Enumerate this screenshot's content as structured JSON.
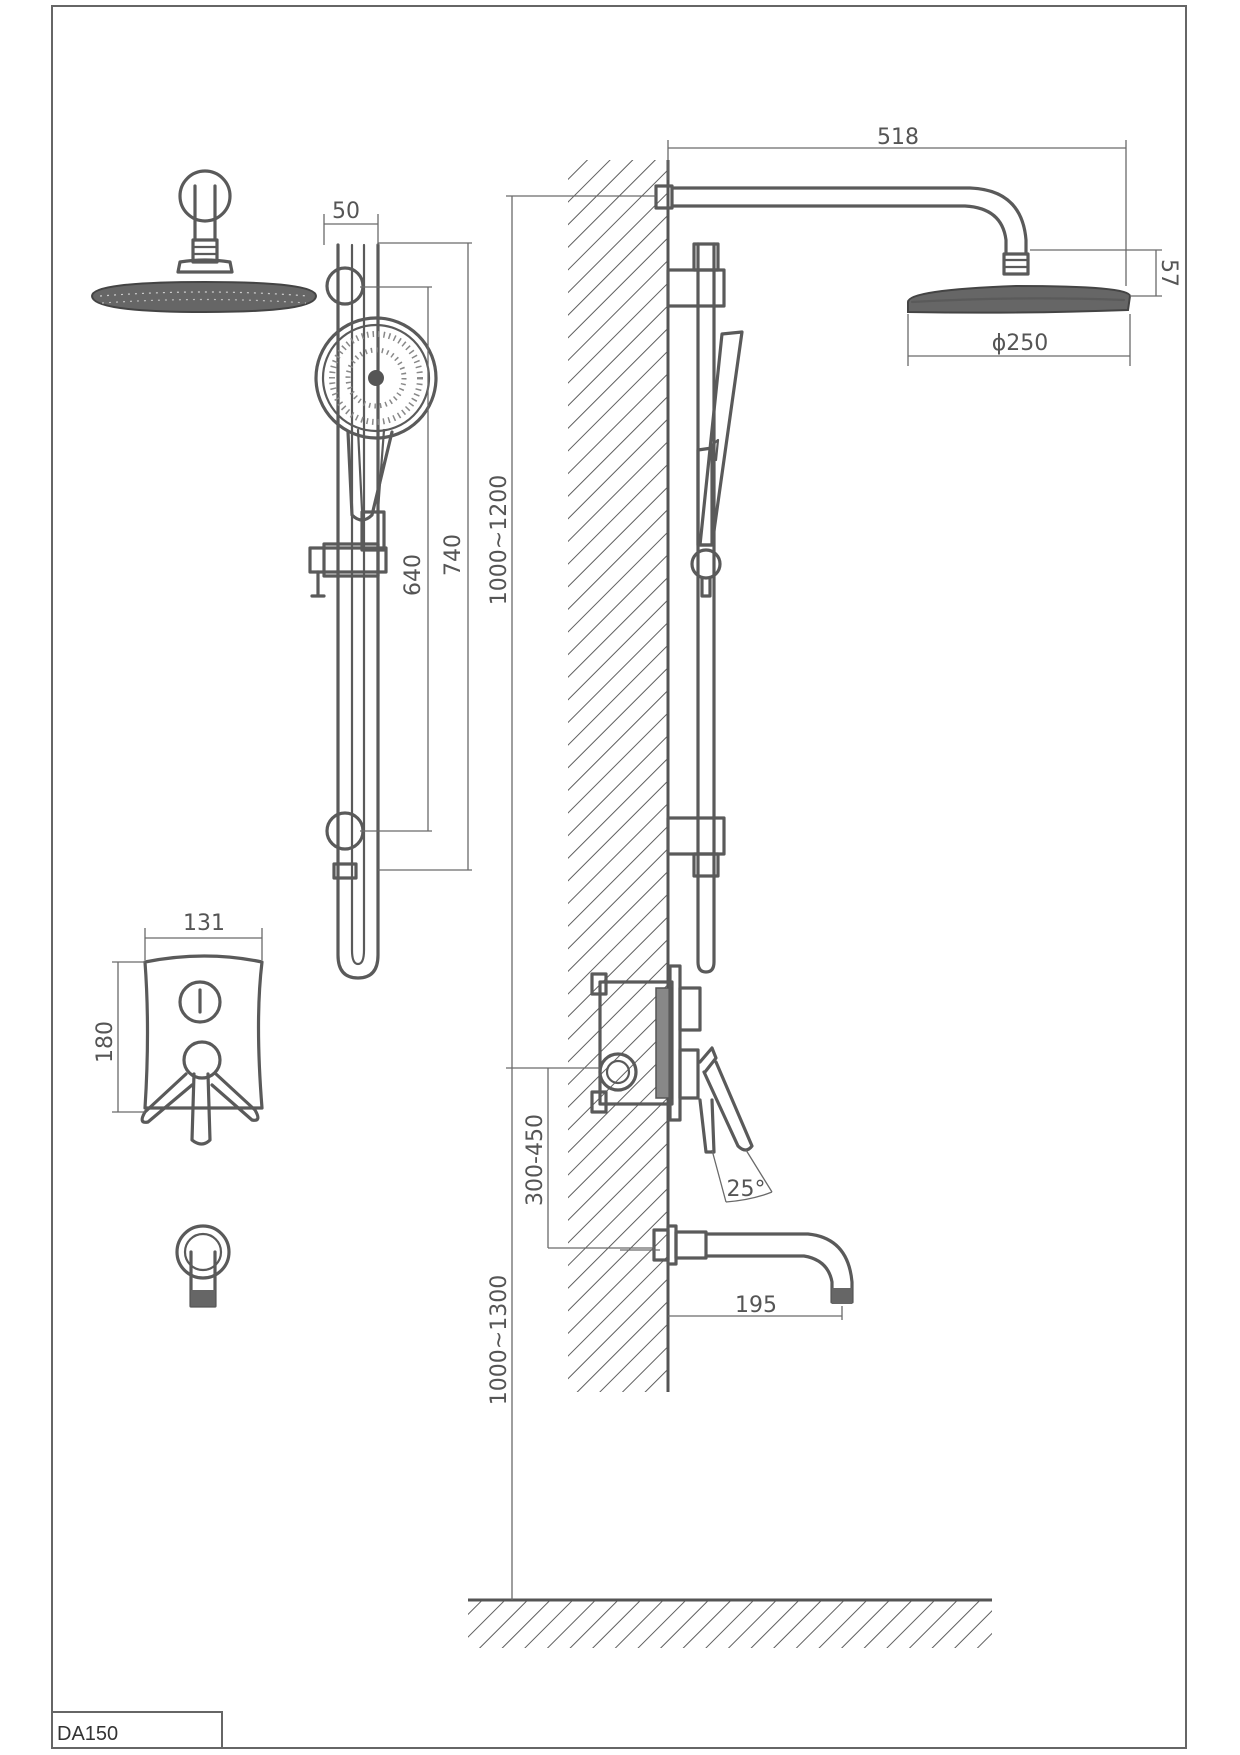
{
  "model_label": "DA150",
  "dimensions": {
    "arm_length": "518",
    "head_height": "57",
    "head_diameter": "ϕ250",
    "rail_width": "50",
    "rail_inner": "640",
    "rail_outer": "740",
    "head_height_range": "1000~1200",
    "valve_width": "131",
    "valve_height": "180",
    "valve_to_spout": "300-450",
    "lever_angle": "25°",
    "spout_length": "195",
    "spout_height_range": "1000~1300"
  },
  "colors": {
    "line": "#5a5a5a",
    "fill_dark": "#555555",
    "background": "#ffffff"
  }
}
